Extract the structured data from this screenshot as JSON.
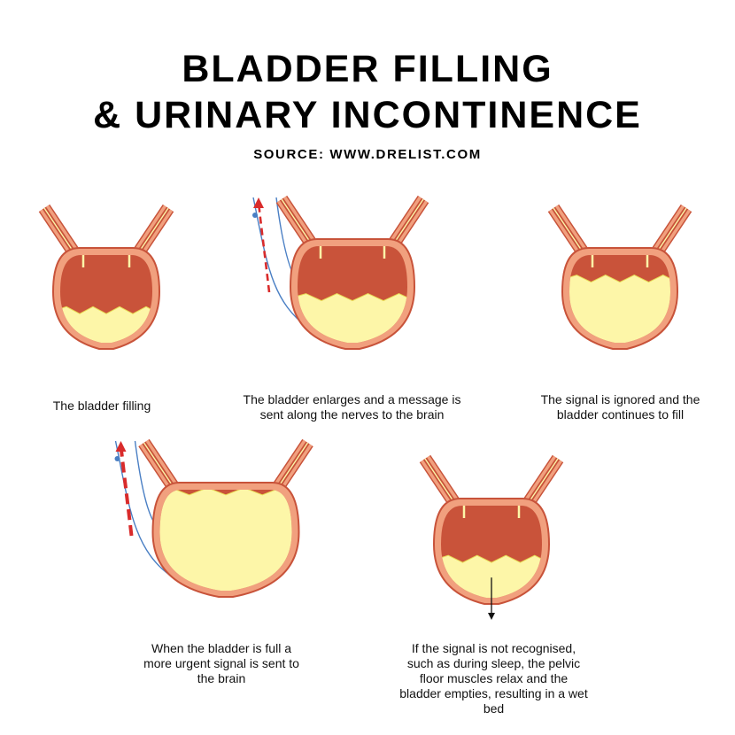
{
  "header": {
    "title_line1": "BLADDER FILLING",
    "title_line2": "& URINARY INCONTINENCE",
    "source": "SOURCE: WWW.DRELIST.COM"
  },
  "colors": {
    "wall": "#f1a07e",
    "wall_stroke": "#c8533a",
    "cavity": "#c9533a",
    "urine": "#fdf6a8",
    "urine_stroke": "#e8dc55",
    "nerve": "#4a7fc4",
    "signal": "#d92b2b"
  },
  "panels": [
    {
      "caption": "The bladder filling",
      "fill_level": 0.35,
      "nerve_signal": "none"
    },
    {
      "caption": "The bladder enlarges and a message is sent along the nerves to the brain",
      "fill_level": 0.45,
      "nerve_signal": "message"
    },
    {
      "caption": "The signal is ignored and the bladder continues to fill",
      "fill_level": 0.7,
      "nerve_signal": "none"
    },
    {
      "caption": "When the bladder is full a more urgent signal is sent to the brain",
      "fill_level": 0.95,
      "nerve_signal": "urgent"
    },
    {
      "caption": "If the signal is not recognised, such as during sleep, the pelvic floor muscles relax and the bladder empties, resulting in a wet bed",
      "fill_level": 0.4,
      "nerve_signal": "none",
      "emptying": true
    }
  ]
}
